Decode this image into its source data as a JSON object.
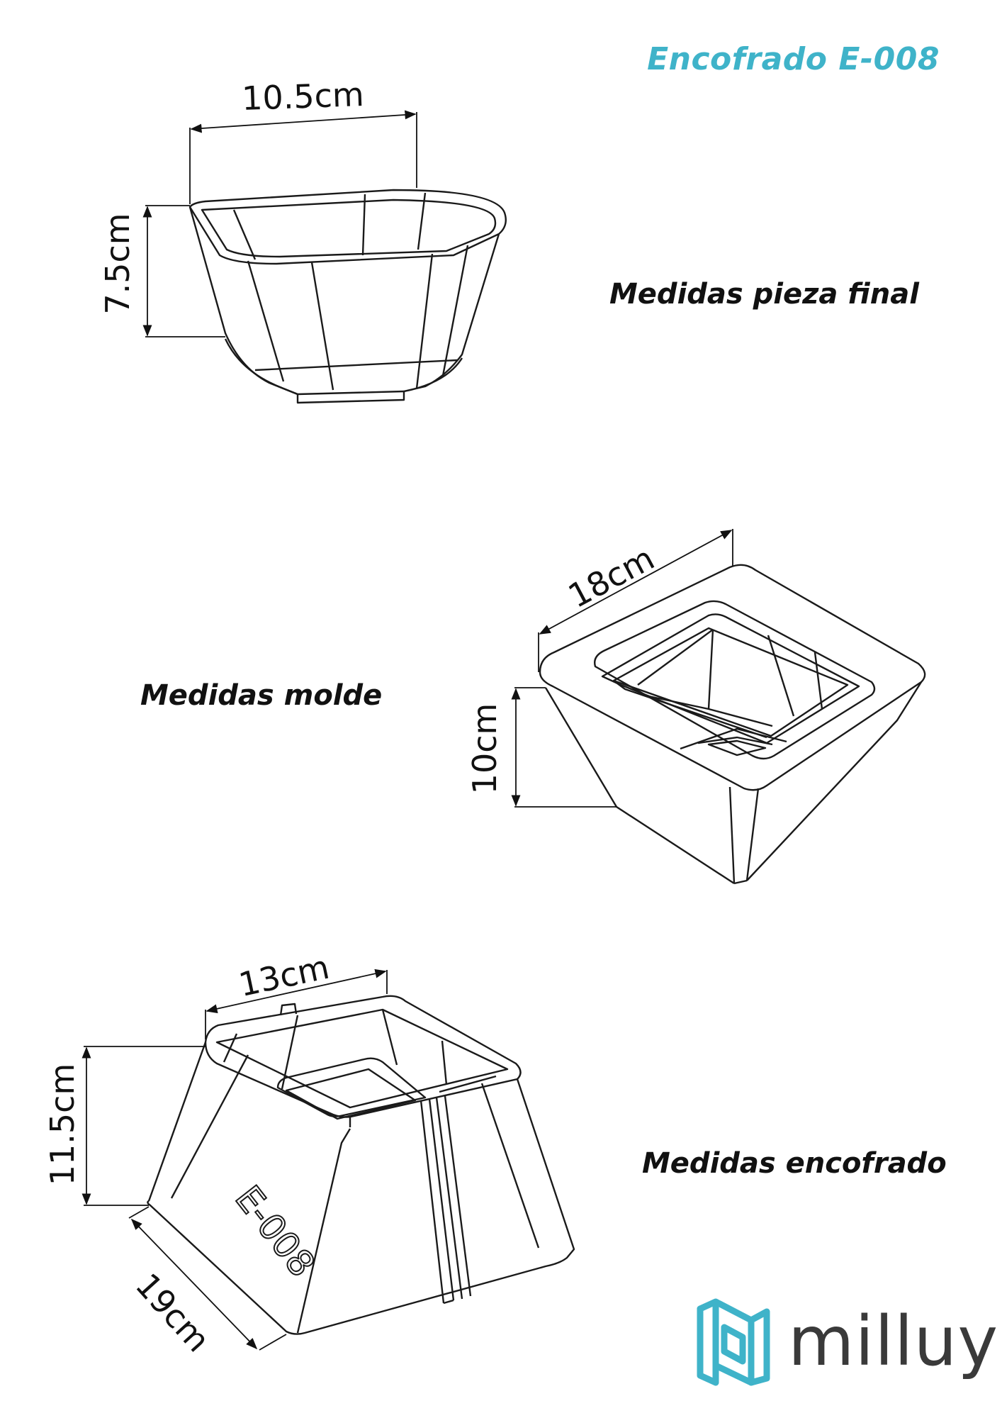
{
  "header": {
    "title": "Encofrado E-008"
  },
  "sections": {
    "final": {
      "label": "Medidas pieza final",
      "width": "10.5cm",
      "height": "7.5cm"
    },
    "molde": {
      "label": "Medidas molde",
      "width": "18cm",
      "height": "10cm"
    },
    "encofrado": {
      "label": "Medidas encofrado",
      "width": "13cm",
      "height": "11.5cm",
      "depth": "19cm",
      "engraving": "E-008"
    }
  },
  "brand": {
    "name": "milluy",
    "color": "#3fb3c9",
    "icon": "milluy-logo-icon"
  },
  "colors": {
    "accent": "#3fb3c9",
    "line": "#1a1a1a"
  }
}
